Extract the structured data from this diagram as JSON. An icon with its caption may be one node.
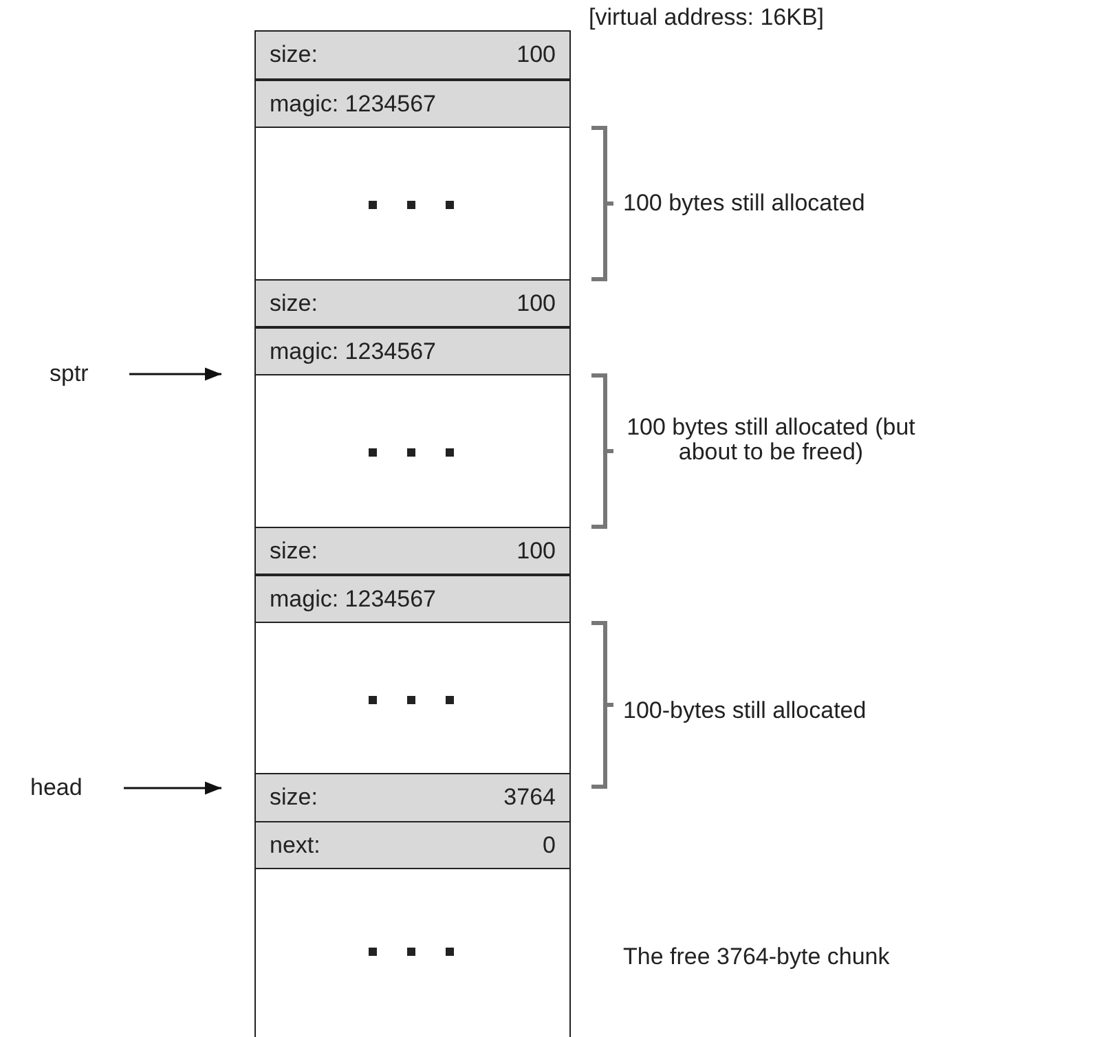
{
  "diagram": {
    "nodes": [
      {
        "text": [
          "size:",
          "100"
        ]
      },
      {
        "text": [
          "magic: 1234567"
        ]
      },
      {
        "text": [],
        "shape": "box"
      },
      {
        "text": [
          "size:",
          "100"
        ]
      },
      {
        "text": [
          "magic: 1234567"
        ]
      },
      {
        "text": [],
        "shape": "box"
      },
      {
        "text": [
          "size:",
          "100"
        ]
      },
      {
        "text": [
          "magic: 1234567"
        ]
      },
      {
        "text": [],
        "shape": "box"
      },
      {
        "text": [
          "size:",
          "3764"
        ]
      },
      {
        "text": [
          "next:",
          "0"
        ]
      },
      {
        "text": [],
        "shape": "box"
      },
      {
        "text": [
          "sptr"
        ]
      },
      {
        "text": [
          "head"
        ]
      }
    ],
    "edges": [
      {
        "from": 12,
        "to": 5,
        "arrow": "to"
      },
      {
        "from": 13,
        "to": 9,
        "arrow": "to"
      }
    ],
    "labels": [
      "[virtual address: 16KB]",
      "100 bytes still allocated",
      "100 bytes still allocated (but about to be freed)",
      "100-bytes still allocated",
      "The free 3764-byte chunk"
    ]
  }
}
